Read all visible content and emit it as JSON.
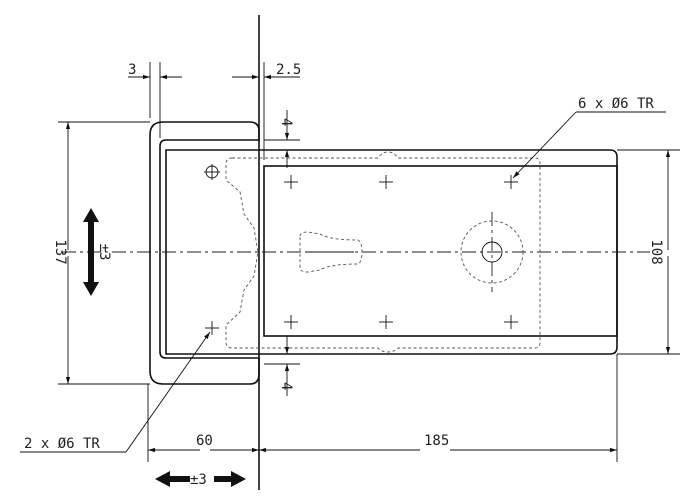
{
  "dimensions": {
    "top_left_gap": "3",
    "top_right_gap": "2.5",
    "height_overall": "137",
    "height_body": "108",
    "upper_offset": "4",
    "lower_offset": "4",
    "width_left": "60",
    "width_right": "185",
    "adjust_vertical": "±3",
    "adjust_horizontal": "±3"
  },
  "annotations": {
    "holes_right": "6 x Ø6 TR",
    "holes_left": "2 x Ø6 TR"
  }
}
